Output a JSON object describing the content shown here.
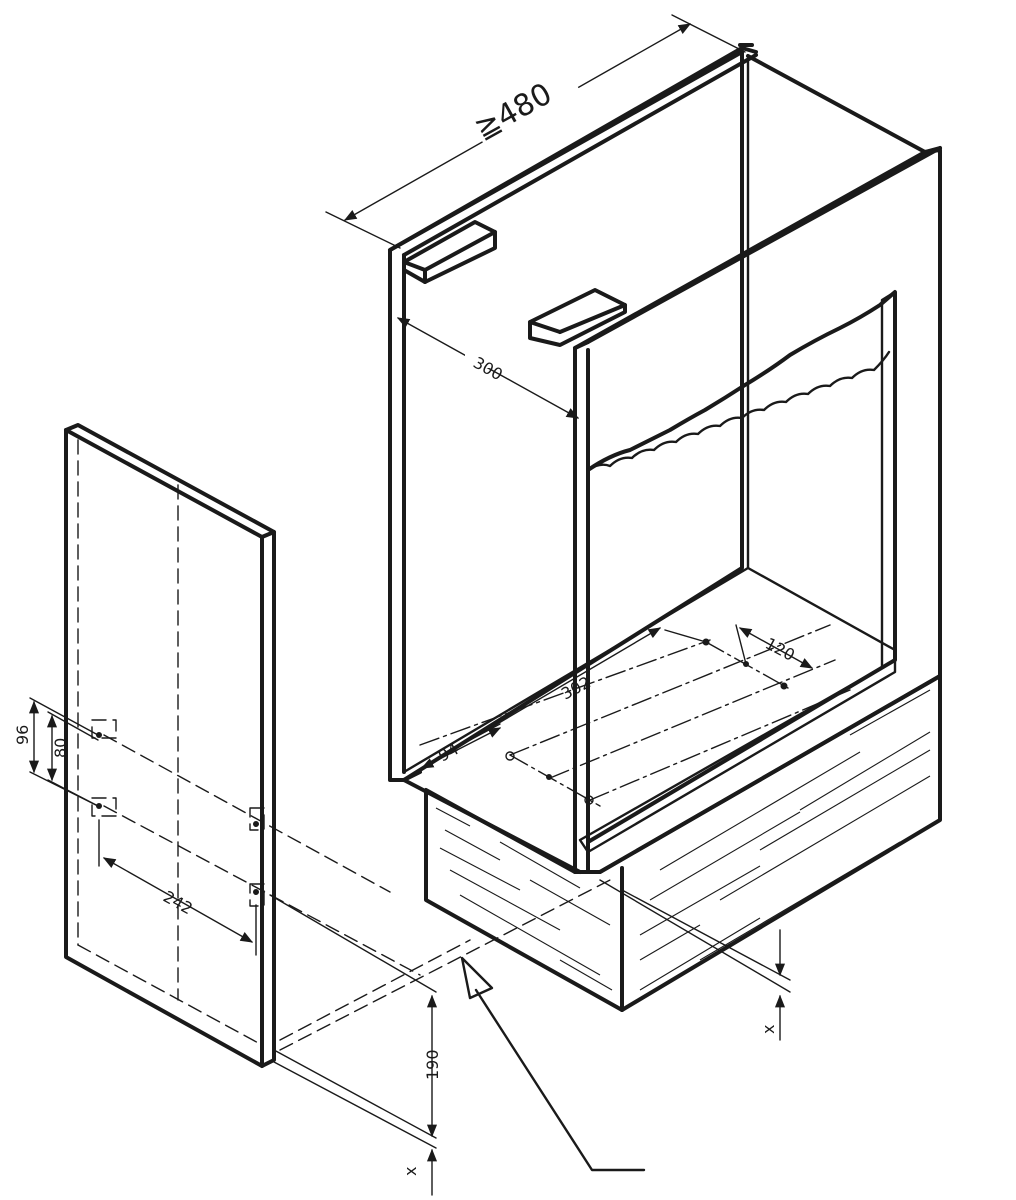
{
  "dimensions": {
    "depth_min": "≧480",
    "rail_span": "300",
    "hole_spacing_front": "94",
    "hole_row_length": "302",
    "hole_row_spacing": "120",
    "side_hole_96": "96",
    "side_hole_80": "80",
    "side_hole_spread": "242",
    "plinth_height": "190",
    "offset_x_right": "x",
    "offset_x_bottom": "x"
  },
  "colors": {
    "ink": "#1a1a1a",
    "paper": "#ffffff"
  }
}
